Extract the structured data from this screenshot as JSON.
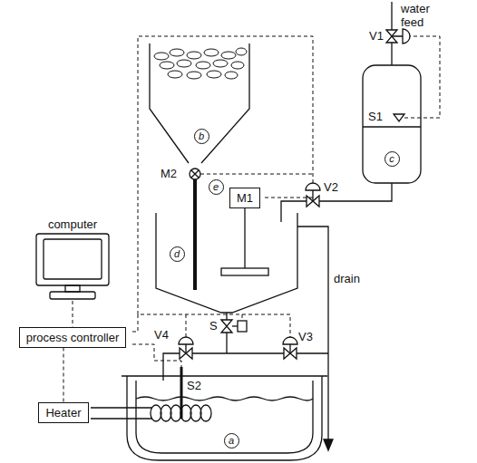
{
  "diagram": {
    "nodes": [
      {
        "text": [
          "b"
        ]
      },
      {
        "text": [
          "c"
        ]
      },
      {
        "text": [
          "e"
        ]
      },
      {
        "text": [
          "M1"
        ]
      },
      {
        "text": [
          "d"
        ]
      },
      {
        "text": [
          "computer"
        ]
      },
      {
        "text": [
          "process controller"
        ]
      },
      {
        "text": [
          "Heater"
        ]
      },
      {
        "text": [
          "a"
        ]
      }
    ],
    "edges": [
      {
        "from": 5,
        "to": 6,
        "arrow": "none"
      },
      {
        "from": 6,
        "to": 7,
        "arrow": "none"
      }
    ],
    "labels": [
      "water feed",
      "V1",
      "S1",
      "M2",
      "V2",
      "S",
      "V4",
      "V3",
      "drain",
      "S2"
    ]
  }
}
